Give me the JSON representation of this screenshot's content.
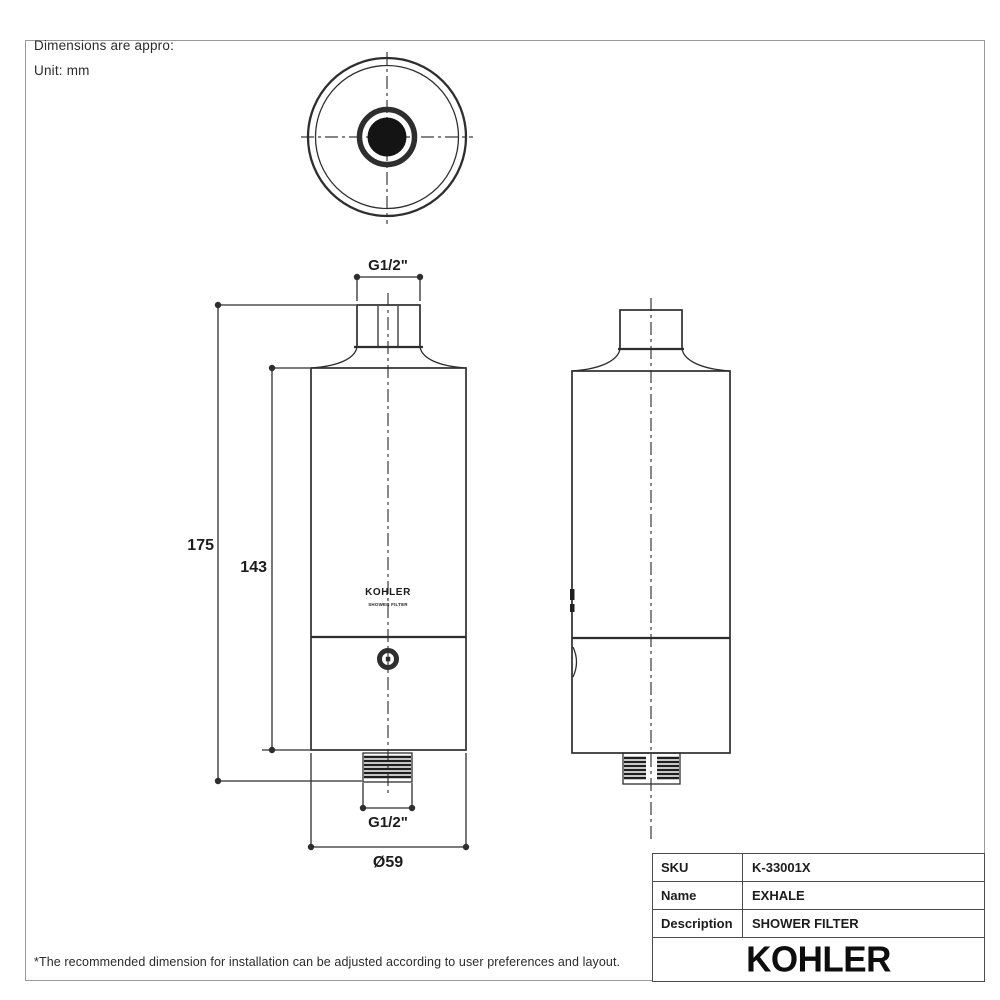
{
  "header": {
    "line1": "Dimensions are appro:",
    "line2": "Unit: mm"
  },
  "footnote": "*The recommended dimension for installation can be adjusted according to user preferences and layout.",
  "views": {
    "front": {
      "dim_top_thread": "G1/2\"",
      "dim_overall_height": "175",
      "dim_body_height": "143",
      "dim_bottom_thread": "G1/2\"",
      "dim_diameter": "Ø59",
      "body_brand": "KOHLER",
      "body_brand_sub": "SHOWER FILTER"
    }
  },
  "title_block": {
    "rows": [
      {
        "label": "SKU",
        "value": "K-33001X"
      },
      {
        "label": "Name",
        "value": "EXHALE"
      },
      {
        "label": "Description",
        "value": "SHOWER FILTER"
      }
    ],
    "logo": "KOHLER"
  },
  "colors": {
    "ink": "#2e2e2e",
    "frame": "#9a9a9a"
  }
}
